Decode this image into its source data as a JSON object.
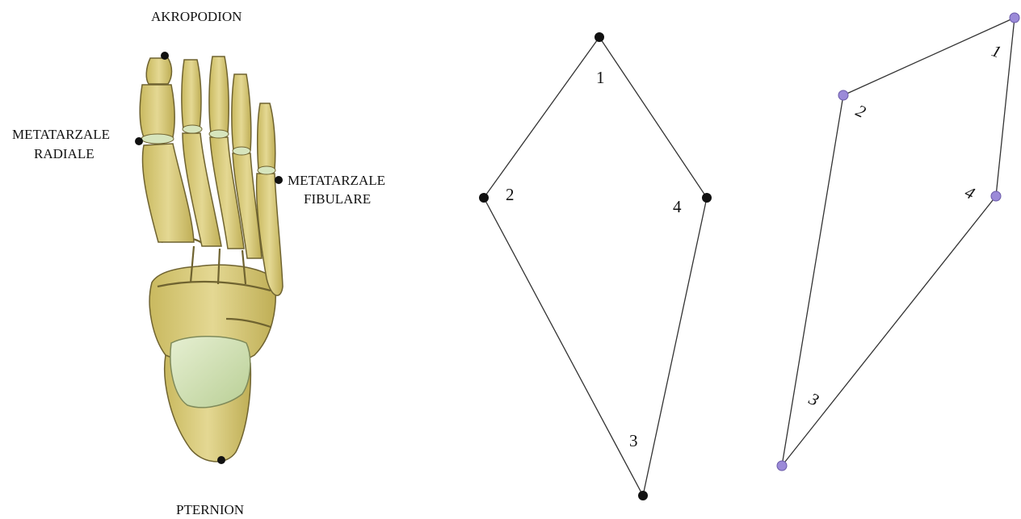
{
  "foot_labels": {
    "akropodion": "AKROPODION",
    "metatarzale_radiale_line1": "METATARZALE",
    "metatarzale_radiale_line2": "RADIALE",
    "metatarzale_fibulare_line1": "METATARZALE",
    "metatarzale_fibulare_line2": "FIBULARE",
    "pternion": "PTERNION"
  },
  "polygon_a": {
    "point_labels": [
      "1",
      "2",
      "3",
      "4"
    ],
    "point_color": "#111111"
  },
  "polygon_b": {
    "point_labels": [
      "1",
      "2",
      "3",
      "4"
    ],
    "point_color": "#9b8ad8"
  },
  "colors": {
    "bone_fill": "#d9cc7e",
    "bone_shade": "#b8a752",
    "bone_outline": "#6f6330",
    "talus_fill": "#d4e3b8",
    "line": "#333333"
  }
}
